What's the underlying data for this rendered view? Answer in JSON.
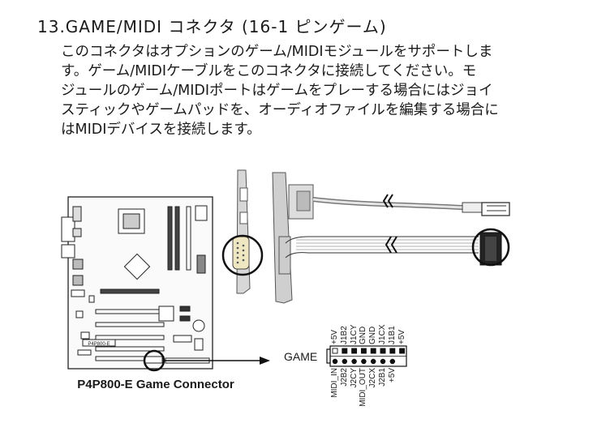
{
  "heading": "13.GAME/MIDI コネクタ (16-1 ピンゲーム)",
  "paragraph": [
    "このコネクタはオプションのゲーム/MIDIモジュールをサポートしま",
    "す。ゲーム/MIDIケーブルをこのコネクタに接続してください。モ",
    "ジュールのゲーム/MIDIポートはゲームをプレーする場合にはジョイ",
    "スティックやゲームパッドを、オーディオファイルを編集する場合に",
    "はMIDIデバイスを接続します。"
  ],
  "board_label": "P4P800-E",
  "caption": "P4P800-E Game Connector",
  "game_label": "GAME",
  "pins_top": [
    "+5V",
    "J1B2",
    "J1CY",
    "GND",
    "GND",
    "J1CX",
    "J1B1",
    "+5V"
  ],
  "pins_bottom": [
    "MIDI_IN",
    "J2B2",
    "J2CY",
    "MIDI_OUT",
    "J2CX",
    "J2B1",
    "+5V"
  ]
}
